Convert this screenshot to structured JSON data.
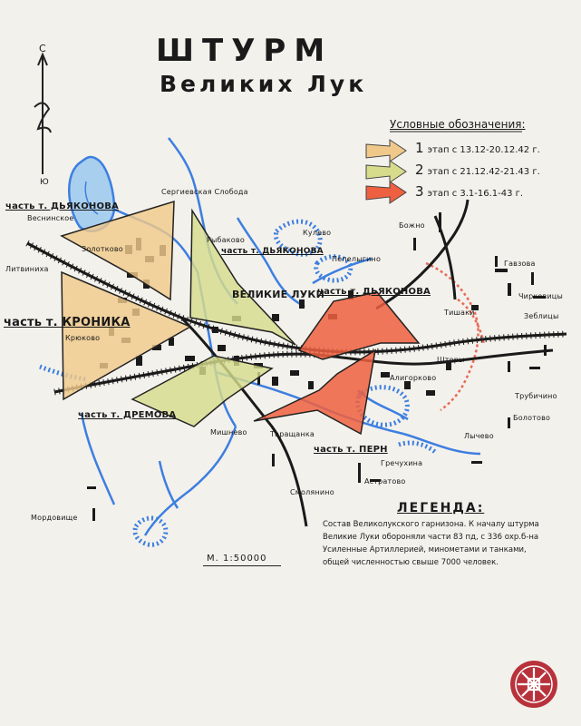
{
  "title": {
    "line1": "ШТУРМ",
    "line2": "Великих Лук"
  },
  "compass": {
    "north": "С",
    "south": "Ю"
  },
  "legend": {
    "title": "Условные обозначения:",
    "items": [
      {
        "num": "1",
        "text": "этап с 13.12-20.12.42 г.",
        "color": "#f0c98a"
      },
      {
        "num": "2",
        "text": "этап с 21.12.42-21.43 г.",
        "color": "#d7dc8c"
      },
      {
        "num": "3",
        "text": "этап с 3.1-16.1-43 г.",
        "color": "#ee6040"
      }
    ]
  },
  "legend_note": {
    "heading": "ЛЕГЕНДА:",
    "lines": [
      "Состав Великолукского гарнизона. К началу штурма",
      "Великие Луки обороняли части 83 пд, с 336 охр.б-на",
      "Усиленные Артиллерией, минометами и танками,",
      "общей численностью свыше 7000 человек."
    ]
  },
  "scale": "М. 1:50000",
  "colors": {
    "stage1": "#f0c98a",
    "stage2": "#d7dc8c",
    "stage3": "#ee6040",
    "river": "#3d7fe0",
    "rail": "#1a1a1a",
    "front": "#e86a55"
  },
  "labels": [
    {
      "text": "Сергиевская Слобода",
      "cls": ""
    },
    {
      "text": "часть т. ДЬЯКОНОВА",
      "cls": "b u"
    },
    {
      "text": "Веснинское",
      "cls": ""
    },
    {
      "text": "Золотково",
      "cls": ""
    },
    {
      "text": "Литвиниха",
      "cls": ""
    },
    {
      "text": "часть т. КРОНИКА",
      "cls": "big u"
    },
    {
      "text": "Крюково",
      "cls": ""
    },
    {
      "text": "часть т. ДРЕМОВА",
      "cls": "b u"
    },
    {
      "text": "Рыбаково",
      "cls": ""
    },
    {
      "text": "часть т. ДЬЯКОНОВА",
      "cls": "b u"
    },
    {
      "text": "Кулево",
      "cls": ""
    },
    {
      "text": "Пепелыгино",
      "cls": ""
    },
    {
      "text": "ВЕЛИКИЕ ЛУКИ",
      "cls": "b"
    },
    {
      "text": "часть т. ДЬЯКОНОВА",
      "cls": "b u"
    },
    {
      "text": "Божно",
      "cls": ""
    },
    {
      "text": "Гавзова",
      "cls": ""
    },
    {
      "text": "Чирковицы",
      "cls": ""
    },
    {
      "text": "Зеблицы",
      "cls": ""
    },
    {
      "text": "Тишаки",
      "cls": ""
    },
    {
      "text": "Шторы",
      "cls": ""
    },
    {
      "text": "Алигорково",
      "cls": ""
    },
    {
      "text": "Трубичино",
      "cls": ""
    },
    {
      "text": "Болотово",
      "cls": ""
    },
    {
      "text": "Лычево",
      "cls": ""
    },
    {
      "text": "Гречухина",
      "cls": ""
    },
    {
      "text": "часть т. ПЕРН",
      "cls": "b u"
    },
    {
      "text": "Астратово",
      "cls": ""
    },
    {
      "text": "Смолянино",
      "cls": ""
    },
    {
      "text": "Мишнево",
      "cls": ""
    },
    {
      "text": "Таращанка",
      "cls": ""
    },
    {
      "text": "Мордовище",
      "cls": ""
    }
  ]
}
